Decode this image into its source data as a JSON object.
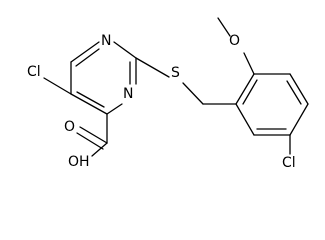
{
  "structure": {
    "atoms": {
      "cl_pyrimidine": "Cl",
      "n_top": "N",
      "n_bottom": "N",
      "s_thioether": "S",
      "o_methoxy": "O",
      "o_carbonyl": "O",
      "oh_acid": "OH",
      "cl_benzene": "Cl"
    }
  }
}
